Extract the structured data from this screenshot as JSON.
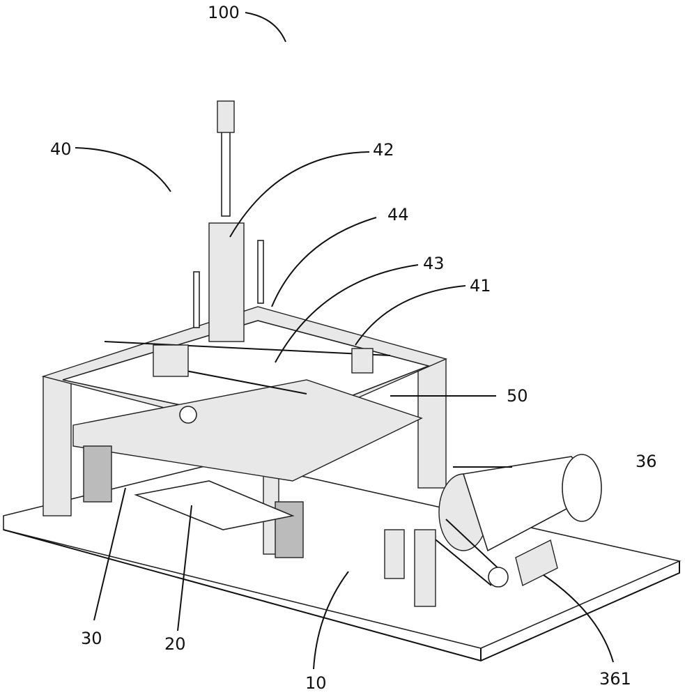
{
  "figure": {
    "labels": [
      {
        "id": "100",
        "text": "100"
      },
      {
        "id": "40",
        "text": "40"
      },
      {
        "id": "42",
        "text": "42"
      },
      {
        "id": "44",
        "text": "44"
      },
      {
        "id": "43",
        "text": "43"
      },
      {
        "id": "41",
        "text": "41"
      },
      {
        "id": "50",
        "text": "50"
      },
      {
        "id": "36",
        "text": "36"
      },
      {
        "id": "30",
        "text": "30"
      },
      {
        "id": "20",
        "text": "20"
      },
      {
        "id": "10",
        "text": "10"
      },
      {
        "id": "361",
        "text": "361"
      }
    ]
  }
}
